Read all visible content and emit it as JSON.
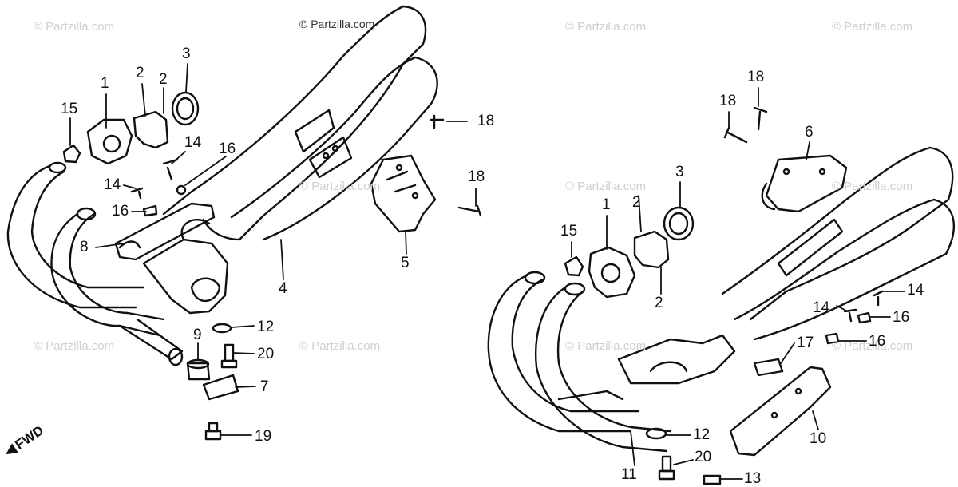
{
  "watermarks": {
    "main": "© Partzilla.com",
    "faint": "© Partzilla.com"
  },
  "direction": {
    "arrow_icon": "arrow-left-bold",
    "text": "FWD"
  },
  "callouts": {
    "left": [
      "1",
      "2",
      "2",
      "3",
      "15",
      "14",
      "16",
      "14",
      "16",
      "8",
      "4",
      "5",
      "18",
      "18",
      "12",
      "20",
      "9",
      "7",
      "19"
    ],
    "right": [
      "18",
      "18",
      "6",
      "3",
      "1",
      "2",
      "2",
      "15",
      "14",
      "14",
      "16",
      "16",
      "17",
      "10",
      "12",
      "11",
      "20",
      "13"
    ]
  },
  "colors": {
    "line": "#111111",
    "watermark": "#cfcfcf",
    "background": "#ffffff"
  }
}
